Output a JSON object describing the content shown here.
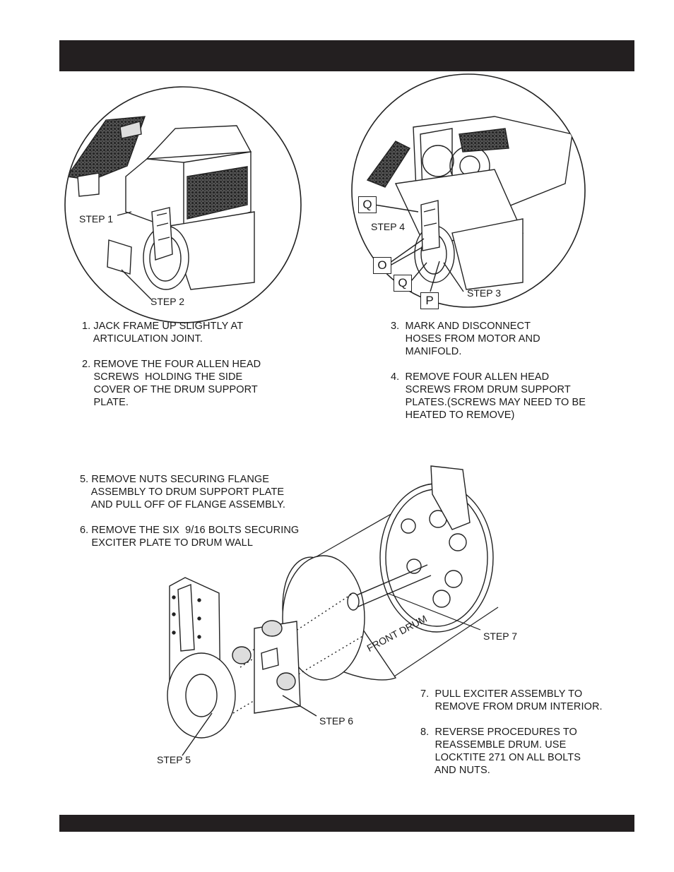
{
  "steps": {
    "s1": "1. JACK FRAME UP SLIGHTLY AT\n    ARTICULATION JOINT.",
    "s2": "2. REMOVE THE FOUR ALLEN HEAD\n    SCREWS  HOLDING THE SIDE\n    COVER OF THE DRUM SUPPORT\n    PLATE.",
    "s3": "3.  MARK AND DISCONNECT\n     HOSES FROM MOTOR AND\n     MANIFOLD.",
    "s4": "4.  REMOVE FOUR ALLEN HEAD\n     SCREWS FROM DRUM SUPPORT\n     PLATES.(SCREWS MAY NEED TO BE\n     HEATED TO REMOVE)",
    "s5": "5. REMOVE NUTS SECURING FLANGE\n    ASSEMBLY TO DRUM SUPPORT PLATE\n    AND PULL OFF OF FLANGE ASSEMBLY.",
    "s6": "6. REMOVE THE SIX  9/16 BOLTS SECURING\n    EXCITER PLATE TO DRUM WALL",
    "s7": "7.  PULL EXCITER ASSEMBLY TO\n     REMOVE FROM DRUM INTERIOR.",
    "s8": "8.  REVERSE PROCEDURES TO\n     REASSEMBLE DRUM. USE\n     LOCKTITE 271 ON ALL BOLTS\n     AND NUTS."
  },
  "labels": {
    "step1": "STEP 1",
    "step2": "STEP 2",
    "step3": "STEP 3",
    "step4": "STEP 4",
    "step5": "STEP 5",
    "step6": "STEP 6",
    "step7": "STEP 7",
    "front_drum": "FRONT DRUM",
    "callout_q1": "Q",
    "callout_o": "O",
    "callout_q2": "Q",
    "callout_p": "P"
  }
}
